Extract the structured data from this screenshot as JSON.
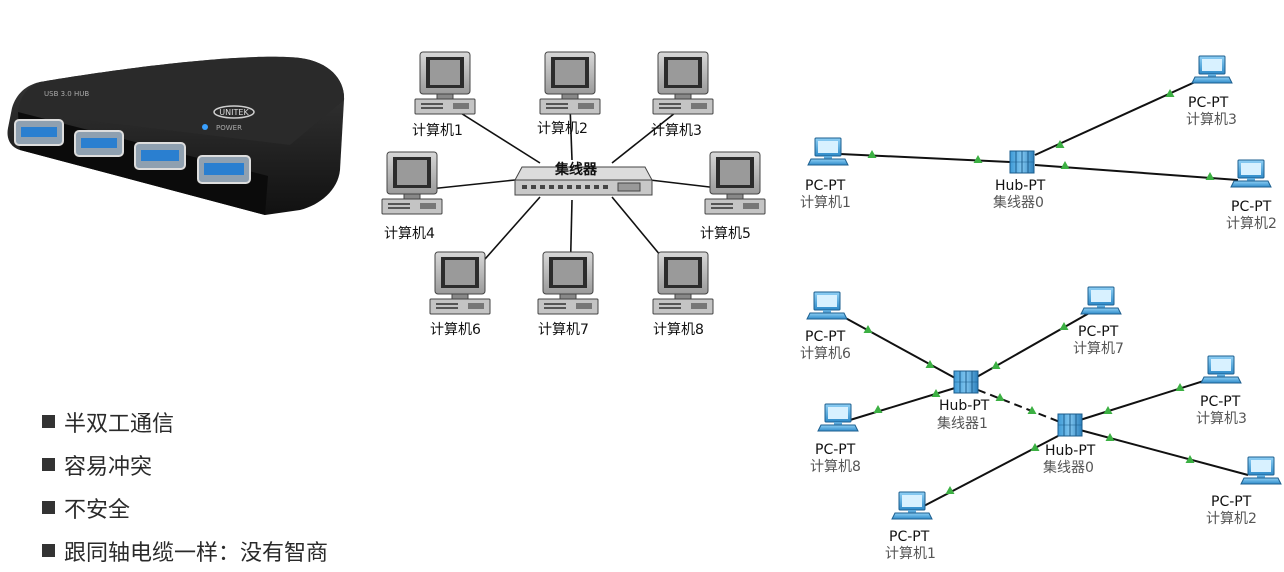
{
  "hub_photo": {
    "brand_text": "UNITEK",
    "model_text": "USB 3.0 HUB",
    "power_text": "POWER"
  },
  "star_diagram": {
    "hub_label": "集线器",
    "computers": [
      "计算机1",
      "计算机2",
      "计算机3",
      "计算机4",
      "计算机5",
      "计算机6",
      "计算机7",
      "计算机8"
    ]
  },
  "topology_top": {
    "hub": {
      "type": "Hub-PT",
      "name": "集线器0"
    },
    "pcs": [
      {
        "type": "PC-PT",
        "name": "计算机1"
      },
      {
        "type": "PC-PT",
        "name": "计算机3"
      },
      {
        "type": "PC-PT",
        "name": "计算机2"
      }
    ]
  },
  "topology_bottom": {
    "hubs": [
      {
        "type": "Hub-PT",
        "name": "集线器1"
      },
      {
        "type": "Hub-PT",
        "name": "集线器0"
      }
    ],
    "pcs": [
      {
        "type": "PC-PT",
        "name": "计算机6"
      },
      {
        "type": "PC-PT",
        "name": "计算机7"
      },
      {
        "type": "PC-PT",
        "name": "计算机8"
      },
      {
        "type": "PC-PT",
        "name": "计算机3"
      },
      {
        "type": "PC-PT",
        "name": "计算机2"
      },
      {
        "type": "PC-PT",
        "name": "计算机1"
      }
    ]
  },
  "bullets": [
    "半双工通信",
    "容易冲突",
    "不安全",
    "跟同轴电缆一样：没有智商"
  ],
  "colors": {
    "link": "#111111",
    "link_arrow": "#3cb043",
    "device_blue": "#2f8bc9"
  }
}
